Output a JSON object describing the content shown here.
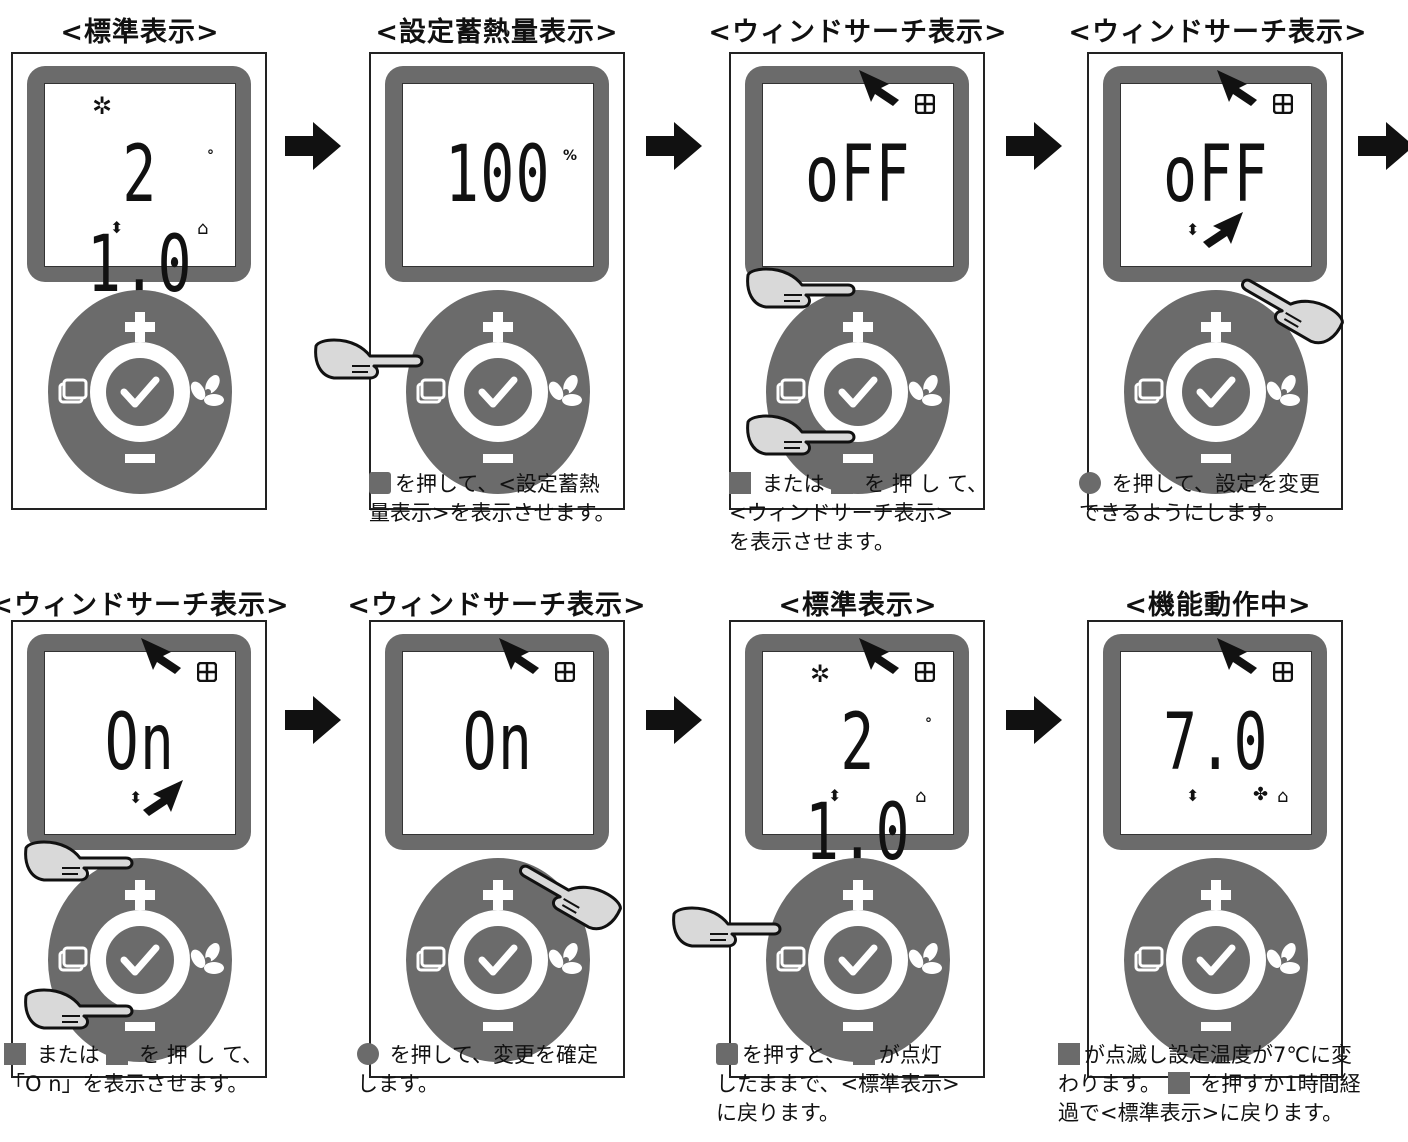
{
  "panels": [
    {
      "title": "<標準表示>",
      "display": "2 1.0",
      "unit": "°"
    },
    {
      "title": "<設定蓄熱量表示>",
      "display": "100",
      "unit": "%"
    },
    {
      "title": "<ウィンドサーチ表示>",
      "display": "oFF",
      "unit": ""
    },
    {
      "title": "<ウィンドサーチ表示>",
      "display": "oFF",
      "unit": ""
    },
    {
      "title": "<ウィンドサーチ表示>",
      "display": "On",
      "unit": ""
    },
    {
      "title": "<ウィンドサーチ表示>",
      "display": "On",
      "unit": ""
    },
    {
      "title": "<標準表示>",
      "display": "2 1.0",
      "unit": "°"
    },
    {
      "title": "<機能動作中>",
      "display": "7.0",
      "unit": ""
    }
  ],
  "buttons": {
    "plus": "+",
    "minus": "−"
  },
  "captions": [
    {
      "line1": "を押して、<設定蓄熱",
      "line2": "量表示>を表示させます。",
      "line3": ""
    },
    {
      "line1": "または",
      "line1b": "を 押 し て、",
      "line2": "<ウィンドサーチ表示>",
      "line3": "を表示させます。"
    },
    {
      "line1": "を押して、設定を変更",
      "line2": "できるようにします。",
      "line3": ""
    },
    {
      "line1": "または",
      "line1b": "を 押 し て、",
      "line2": "「O n」を表示させます。",
      "line3": ""
    },
    {
      "line1": "を押して、変更を確定",
      "line2": "します。",
      "line3": ""
    },
    {
      "line1": "を押すと、",
      "line1b": "が点灯",
      "line2": "したままで、<標準表示>",
      "line3": "に戻ります。"
    },
    {
      "line1": "が点滅し設定温度が7℃に変",
      "line2": "わります。",
      "line2b": "を押すか1時間経",
      "line3": "過で<標準表示>に戻ります。"
    }
  ],
  "colors": {
    "panel_gray": "#6b6b6b",
    "dark": "#222222",
    "hand": "#d9d9d9"
  }
}
